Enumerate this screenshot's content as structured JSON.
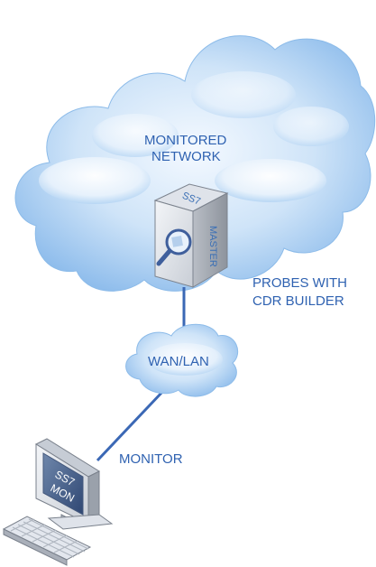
{
  "labels": {
    "monitored_network_line1": "MONITORED",
    "monitored_network_line2": "NETWORK",
    "probes_line1": "PROBES WITH",
    "probes_line2": "CDR BUILDER",
    "wan_lan": "WAN/LAN",
    "monitor": "MONITOR"
  },
  "probe_box": {
    "top_label": "SS7",
    "side_label": "MASTER",
    "icon": "magnifier-icon"
  },
  "monitor_screen": {
    "line1": "SS7",
    "line2": "MON"
  },
  "colors": {
    "cloud_light": "#d6e9fa",
    "cloud_mid": "#9fc8ef",
    "cloud_edge": "#7fb3e6",
    "link_line": "#3b68b5",
    "label_text": "#2f62b1"
  }
}
